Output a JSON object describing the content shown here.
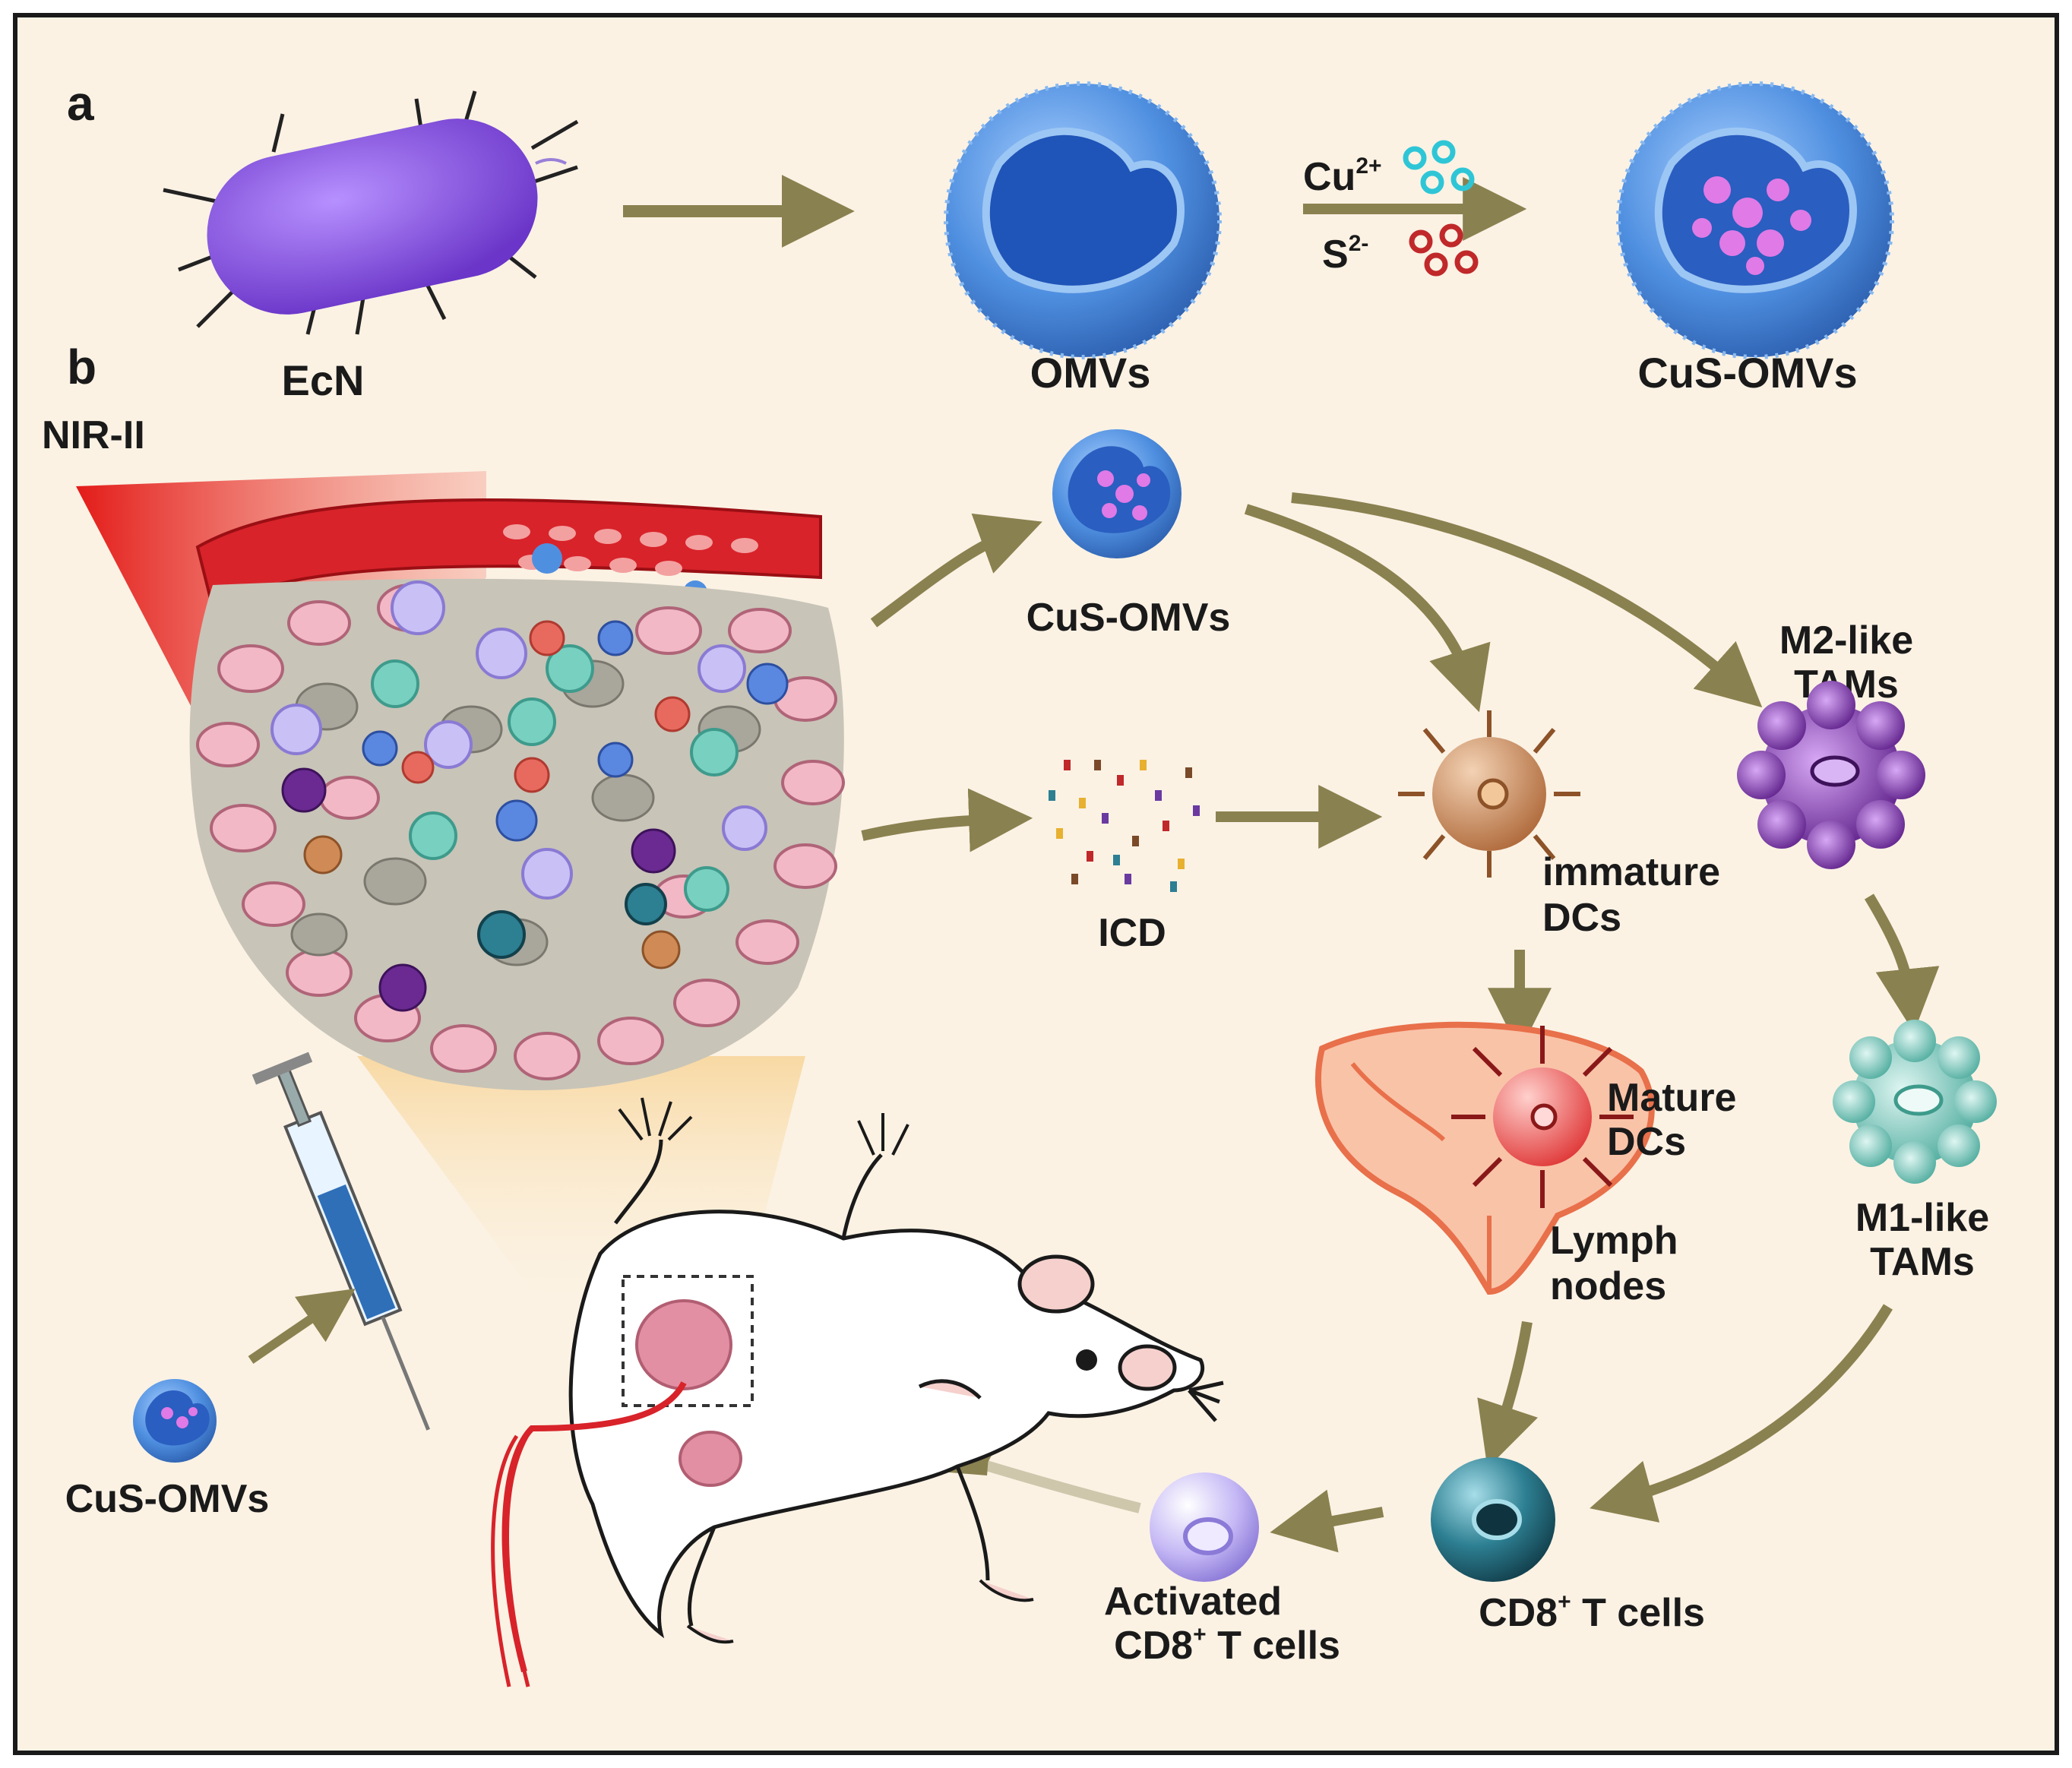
{
  "panels": {
    "a": "a",
    "b": "b"
  },
  "labels": {
    "ecn": "EcN",
    "omvs": "OMVs",
    "cu_ion": "Cu",
    "cu_sup": "2+",
    "s_ion": "S",
    "s_sup": "2-",
    "cus_omvs_top": "CuS-OMVs",
    "nir": "NIR-II",
    "cus_omvs_mid": "CuS-OMVs",
    "icd": "ICD",
    "m2_line1": "M2-like",
    "m2_line2": "TAMs",
    "immature_line1": "immature",
    "immature_line2": "DCs",
    "mature_line1": "Mature",
    "mature_line2": "DCs",
    "lymph_line1": "Lymph",
    "lymph_line2": "nodes",
    "m1_line1": "M1-like",
    "m1_line2": "TAMs",
    "cus_omvs_bottom": "CuS-OMVs",
    "cd8_a": "CD8",
    "cd8_sup": "+",
    "cd8_b": " T cells",
    "act_line1": "Activated",
    "act_cd8": "CD8",
    "act_sup": "+",
    "act_tcells": " T cells"
  },
  "colors": {
    "background": "#fbf2e4",
    "arrow": "#8a8150",
    "bacterium": "#8a55e0",
    "vesicle": "#4f8fe0",
    "cargo": "#e07ae6",
    "cu_ion": "#2ec6d6",
    "s_ion": "#c0282a",
    "laser": "#e8201e",
    "tumor_cell": "#f2b8c6",
    "tumor_gray": "#9a9890",
    "dc": "#d08a55",
    "mature_dc": "#ea4848",
    "m2": "#7a2ea8",
    "m1": "#6cc8bc",
    "cd8": "#2d7f92",
    "activated_cd8": "#b9abef"
  }
}
